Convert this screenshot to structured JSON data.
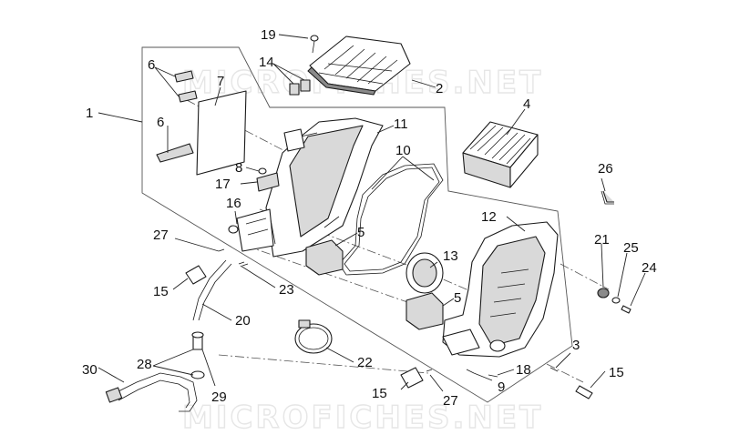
{
  "watermarks": [
    "MICROFICHES.NET",
    "MICROFICHES.NET"
  ],
  "callouts": [
    "1",
    "2",
    "3",
    "4",
    "5",
    "5",
    "6",
    "6",
    "7",
    "8",
    "9",
    "10",
    "11",
    "12",
    "13",
    "14",
    "15",
    "15",
    "15",
    "16",
    "17",
    "18",
    "19",
    "20",
    "21",
    "22",
    "23",
    "24",
    "25",
    "26",
    "27",
    "27",
    "28",
    "29",
    "30"
  ],
  "colors": {
    "line": "#1a1a1a",
    "watermark": "#e6e6e6",
    "background": "#ffffff"
  }
}
